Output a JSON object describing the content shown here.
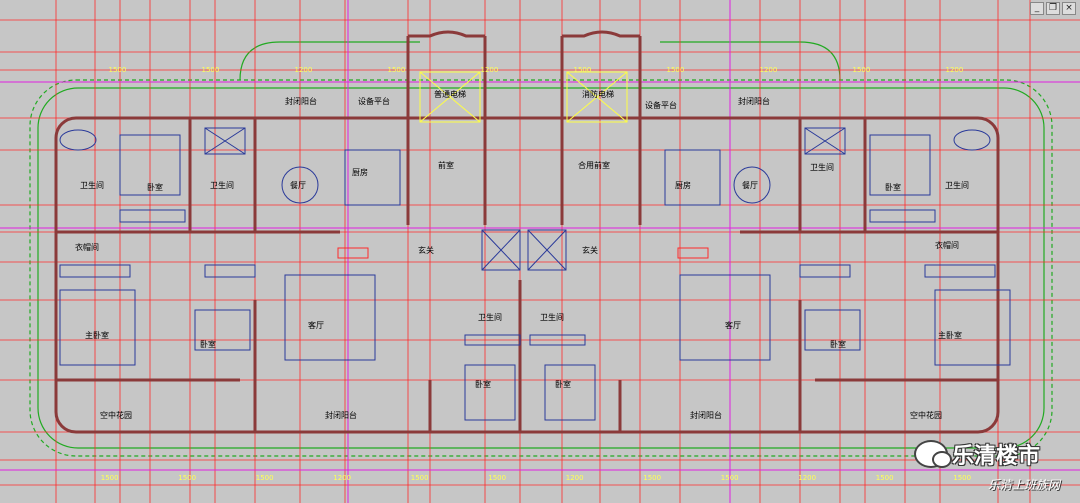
{
  "window": {
    "controls": [
      "_",
      "❐",
      "×"
    ]
  },
  "rooms": {
    "closed_balcony_tl": "封闭阳台",
    "equip_platform_l": "设备平台",
    "elevator_normal": "普通电梯",
    "elevator_fire": "消防电梯",
    "equip_platform_r": "设备平台",
    "closed_balcony_tr": "封闭阳台",
    "kitchen_l": "厨房",
    "dining_l": "餐厅",
    "bath_l1": "卫生间",
    "bed_l1": "卧室",
    "bath_l2": "卫生间",
    "front_room": "前室",
    "shared_front_room": "合用前室",
    "kitchen_r": "厨房",
    "dining_r": "餐厅",
    "bath_r1": "卫生间",
    "bed_r1": "卧室",
    "bath_r2": "卫生间",
    "closet_l": "衣帽间",
    "entry_l": "玄关",
    "entry_r": "玄关",
    "closet_r": "衣帽间",
    "master_l": "主卧室",
    "bed_l2": "卧室",
    "living_l": "客厅",
    "bath_c1": "卫生间",
    "bath_c2": "卫生间",
    "living_r": "客厅",
    "bed_r2": "卧室",
    "master_r": "主卧室",
    "bed_c1": "卧室",
    "bed_c2": "卧室",
    "garden_l": "空中花园",
    "closed_balcony_bl": "封闭阳台",
    "closed_balcony_br": "封闭阳台",
    "garden_r": "空中花园"
  },
  "dimensions": {
    "top": [
      "1500",
      "1500",
      "1200",
      "1500",
      "1200",
      "1500",
      "1500",
      "1200",
      "1500",
      "1200"
    ],
    "bottom": [
      "1500",
      "1500",
      "1500",
      "1200",
      "1500",
      "1500",
      "1200",
      "1500",
      "1500",
      "1200",
      "1500",
      "1500"
    ]
  },
  "watermark": {
    "title": "乐清楼市",
    "subtitle": "乐清上班族网"
  },
  "colors": {
    "background": "#c6c6c6",
    "wall": "#8b3a3a",
    "grid_red": "#ff2a2a",
    "grid_green": "#22aa22",
    "furniture": "#2a3a9a",
    "magenta": "#e020e0",
    "dimension": "#ffff55"
  }
}
